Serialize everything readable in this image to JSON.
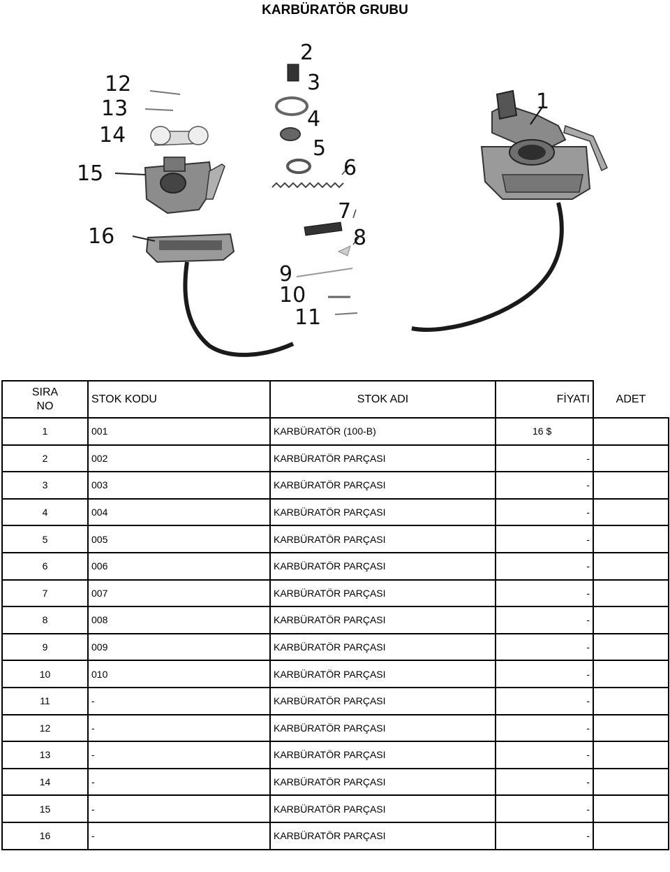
{
  "title": "KARBÜRATÖR GRUBU",
  "diagram": {
    "callouts": [
      "1",
      "2",
      "3",
      "4",
      "5",
      "6",
      "7",
      "8",
      "9",
      "10",
      "11",
      "12",
      "13",
      "14",
      "15",
      "16"
    ]
  },
  "table": {
    "headers": {
      "sira_line1": "SIRA",
      "sira_line2": "NO",
      "stok_kodu": "STOK KODU",
      "stok_adi": "STOK ADI",
      "fiyati": "FİYATI",
      "adet": "ADET"
    },
    "rows": [
      {
        "no": "1",
        "kod": "001",
        "ad": "KARBÜRATÖR (100-B)",
        "fiyat": "16 $",
        "adet": ""
      },
      {
        "no": "2",
        "kod": "002",
        "ad": "KARBÜRATÖR PARÇASI",
        "fiyat": "-",
        "adet": ""
      },
      {
        "no": "3",
        "kod": "003",
        "ad": "KARBÜRATÖR PARÇASI",
        "fiyat": "-",
        "adet": ""
      },
      {
        "no": "4",
        "kod": "004",
        "ad": "KARBÜRATÖR PARÇASI",
        "fiyat": "-",
        "adet": ""
      },
      {
        "no": "5",
        "kod": "005",
        "ad": "KARBÜRATÖR PARÇASI",
        "fiyat": "-",
        "adet": ""
      },
      {
        "no": "6",
        "kod": "006",
        "ad": "KARBÜRATÖR PARÇASI",
        "fiyat": "-",
        "adet": ""
      },
      {
        "no": "7",
        "kod": "007",
        "ad": "KARBÜRATÖR PARÇASI",
        "fiyat": "-",
        "adet": ""
      },
      {
        "no": "8",
        "kod": "008",
        "ad": "KARBÜRATÖR PARÇASI",
        "fiyat": "-",
        "adet": ""
      },
      {
        "no": "9",
        "kod": "009",
        "ad": "KARBÜRATÖR PARÇASI",
        "fiyat": "-",
        "adet": ""
      },
      {
        "no": "10",
        "kod": "010",
        "ad": "KARBÜRATÖR PARÇASI",
        "fiyat": "-",
        "adet": ""
      },
      {
        "no": "11",
        "kod": "-",
        "ad": "KARBÜRATÖR PARÇASI",
        "fiyat": "-",
        "adet": ""
      },
      {
        "no": "12",
        "kod": "-",
        "ad": "KARBÜRATÖR PARÇASI",
        "fiyat": "-",
        "adet": ""
      },
      {
        "no": "13",
        "kod": "-",
        "ad": "KARBÜRATÖR PARÇASI",
        "fiyat": "-",
        "adet": ""
      },
      {
        "no": "14",
        "kod": "-",
        "ad": "KARBÜRATÖR PARÇASI",
        "fiyat": "-",
        "adet": ""
      },
      {
        "no": "15",
        "kod": "-",
        "ad": "KARBÜRATÖR PARÇASI",
        "fiyat": "-",
        "adet": ""
      },
      {
        "no": "16",
        "kod": "-",
        "ad": "KARBÜRATÖR PARÇASI",
        "fiyat": "-",
        "adet": ""
      }
    ]
  }
}
